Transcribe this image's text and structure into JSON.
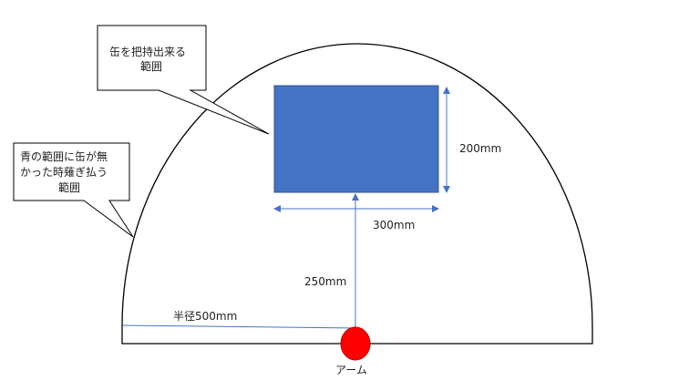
{
  "callouts": {
    "pickup_range": {
      "lines": [
        "缶を把持出来る",
        "範囲"
      ]
    },
    "sweep_note": {
      "lines": [
        "青の範囲に缶が無",
        "かった時薙ぎ払う",
        "範囲"
      ]
    }
  },
  "dimensions": {
    "height": "200mm",
    "width": "300mm",
    "distance": "250mm",
    "radius": "半径500mm"
  },
  "arm": {
    "label": "アーム"
  },
  "colors": {
    "pickup_area_fill": "#4472c4",
    "pickup_area_stroke": "#2f5597",
    "arm_fill": "#ff0000",
    "arm_stroke": "#c00000",
    "dimension_line": "#4472c4",
    "outline": "#000000"
  }
}
